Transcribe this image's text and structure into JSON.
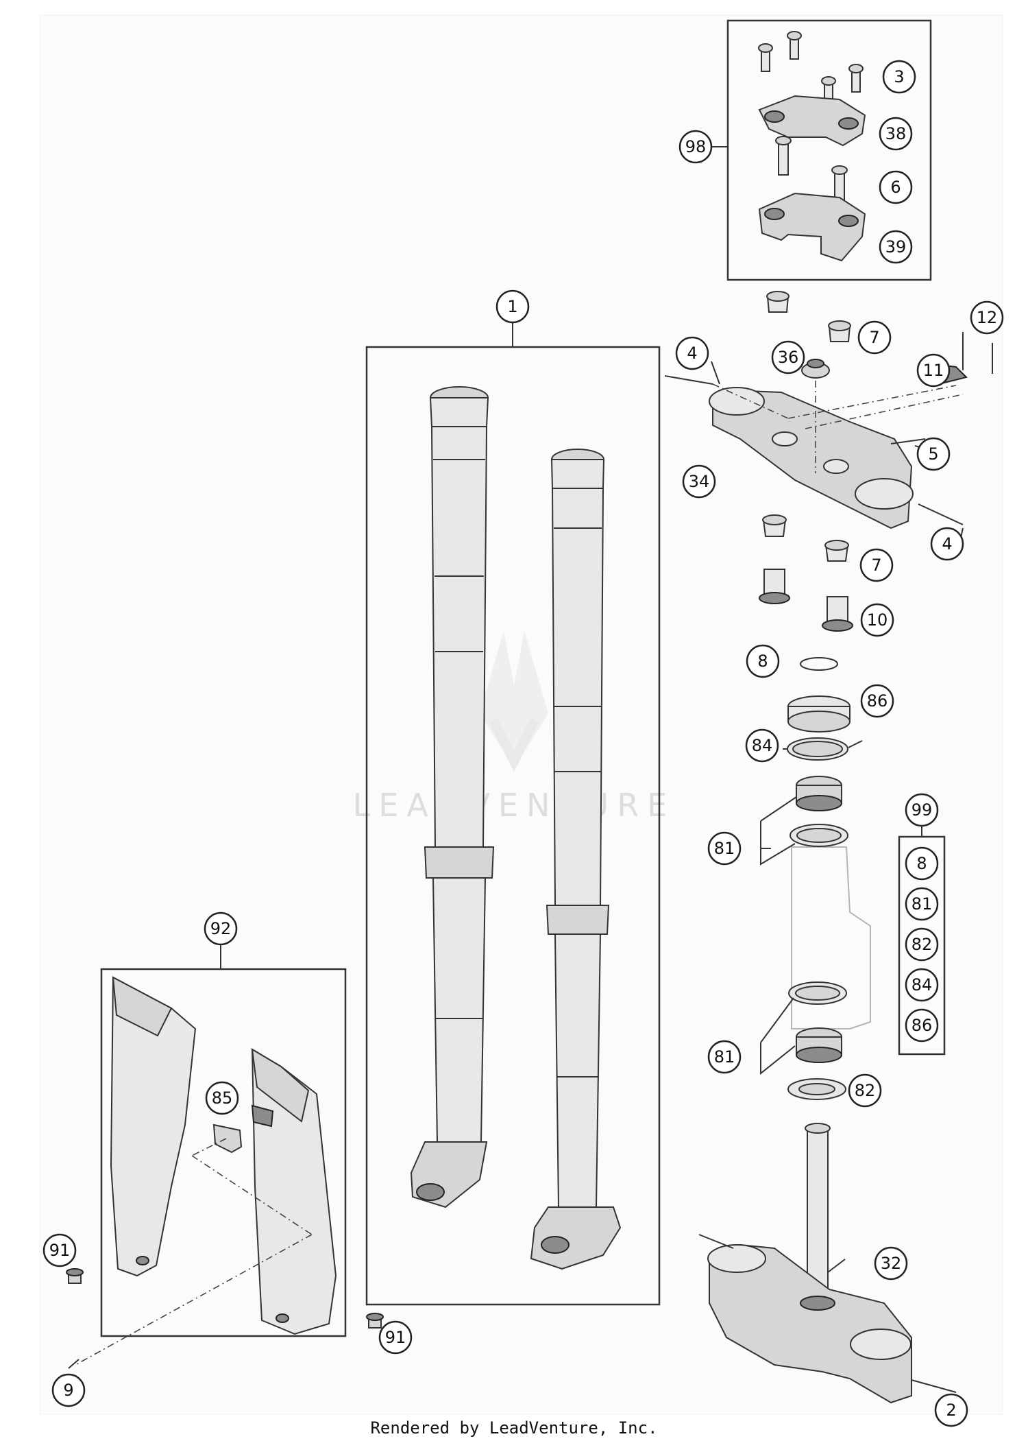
{
  "callouts": {
    "c1": "1",
    "c2": "2",
    "c3": "3",
    "c4a": "4",
    "c4b": "4",
    "c5": "5",
    "c6": "6",
    "c7a": "7",
    "c7b": "7",
    "c8a": "8",
    "c8b": "8",
    "c9": "9",
    "c10": "10",
    "c11": "11",
    "c12": "12",
    "c32": "32",
    "c34": "34",
    "c36": "36",
    "c38": "38",
    "c39": "39",
    "c81a": "81",
    "c81b": "81",
    "c81c": "81",
    "c82a": "82",
    "c82b": "82",
    "c84a": "84",
    "c84b": "84",
    "c85": "85",
    "c86a": "86",
    "c86b": "86",
    "c91a": "91",
    "c91b": "91",
    "c92": "92",
    "c98": "98",
    "c99": "99"
  },
  "watermark": "LEADVENTURE",
  "footer": "Rendered by LeadVenture, Inc."
}
